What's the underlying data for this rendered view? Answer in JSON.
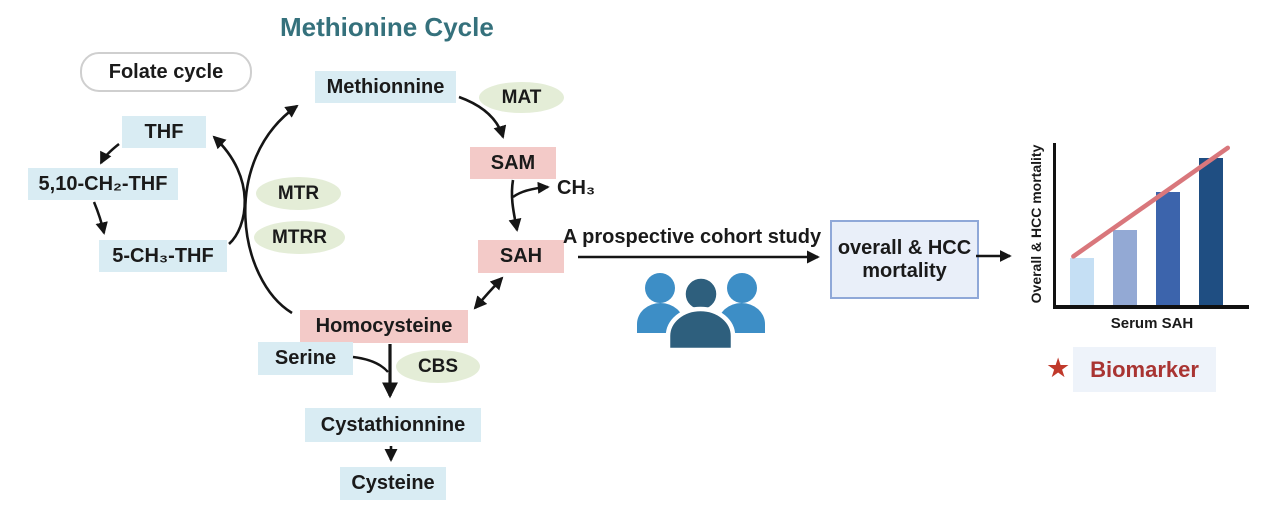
{
  "title": "Methionine Cycle",
  "folate_cycle_label": "Folate cycle",
  "metabolites": {
    "thf": "THF",
    "ch2_thf": "5,10-CH₂-THF",
    "ch3_thf": "5-CH₃-THF",
    "methionine": "Methionnine",
    "sam": "SAM",
    "ch3": "CH₃",
    "sah": "SAH",
    "homocysteine": "Homocysteine",
    "serine": "Serine",
    "cystathionine": "Cystathionnine",
    "cysteine": "Cysteine"
  },
  "enzymes": {
    "mat": "MAT",
    "mtr": "MTR",
    "mtrr": "MTRR",
    "cbs": "CBS"
  },
  "study": {
    "arrow_label": "A prospective cohort study",
    "outcome_line1": "overall & HCC",
    "outcome_line2": "mortality"
  },
  "biomarker": {
    "label": "Biomarker",
    "star_glyph": "★"
  },
  "chart_data": {
    "type": "bar",
    "title": "",
    "xlabel": "Serum SAH",
    "ylabel": "Overall & HCC mortality",
    "categories": [
      "",
      "",
      "",
      ""
    ],
    "values": [
      29,
      46,
      70,
      91
    ],
    "ylim": [
      0,
      100
    ],
    "grid": false,
    "legend": false,
    "bar_colors": [
      "#C5DFF4",
      "#93A9D4",
      "#3C64AC",
      "#1F4E82"
    ],
    "trend_line": {
      "x_percent": [
        9,
        89
      ],
      "y_percent": [
        30,
        97
      ],
      "color": "#D9777C"
    }
  },
  "colors": {
    "title": "#35717C",
    "metabolite_box": "#D9ECF3",
    "highlight_box": "#F3CAC8",
    "enzyme_ellipse": "#E4EDD7",
    "outcome_box_fill": "#E9EFF9",
    "outcome_box_border": "#8FA8D8",
    "biomarker_bg": "#EEF3FA",
    "biomarker_text": "#A93432",
    "biomarker_star": "#C0392B",
    "people_blue": "#3D8EC6",
    "people_dark": "#2E5F7D",
    "arrow": "#151515"
  }
}
